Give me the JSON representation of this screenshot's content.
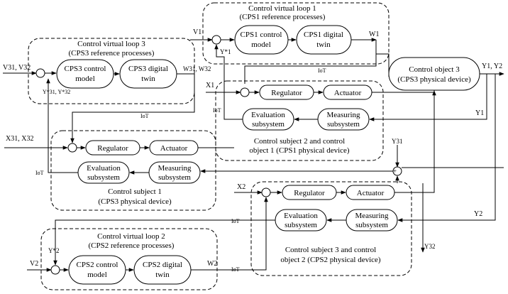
{
  "loops": {
    "vl1": {
      "title": "Control virtual loop 1",
      "subtitle": "(CPS1 reference processes)",
      "block_a_1": "CPS1 control",
      "block_a_2": "model",
      "block_b_1": "CPS1 digital",
      "block_b_2": "twin",
      "in": "V1",
      "fb": "Y*1",
      "out": "W1"
    },
    "vl3": {
      "title": "Control virtual loop 3",
      "subtitle": "(CPS3 reference processes)",
      "block_a_1": "CPS3 control",
      "block_a_2": "model",
      "block_b_1": "CPS3 digital",
      "block_b_2": "twin",
      "in": "V31, V32",
      "fb": "Y*31, Y*32",
      "out": "W31, W32"
    },
    "vl2": {
      "title": "Control virtual loop 2",
      "subtitle": "(CPS2 reference processes)",
      "block_a_1": "CPS2 control",
      "block_a_2": "model",
      "block_b_1": "CPS2 digital",
      "block_b_2": "twin",
      "in": "V2",
      "fb": "Y*2",
      "out": "W2"
    }
  },
  "subjects": {
    "cs2": {
      "label_1": "Control subject 2 and control",
      "label_2": "object 1 (CPS1 physical device)",
      "in": "X1"
    },
    "cs1": {
      "label_1": "Control subject 1",
      "label_2": "(CPS3 physical device)",
      "in": "X31, X32"
    },
    "cs3": {
      "label_1": "Control subject 3 and control",
      "label_2": "object 2 (CPS2 physical device)",
      "in": "X2"
    }
  },
  "blocks": {
    "regulator": "Regulator",
    "actuator": "Actuator",
    "evaluation_1": "Evaluation",
    "evaluation_2": "subsystem",
    "measuring_1": "Measuring",
    "measuring_2": "subsystem"
  },
  "object3": {
    "line_1": "Control object 3",
    "line_2": "(CPS3 physical device)",
    "out": "Y1, Y2"
  },
  "signals": {
    "iot": "IoT",
    "y1": "Y1",
    "y2": "Y2",
    "y31": "Y31",
    "y32": "Y32"
  }
}
